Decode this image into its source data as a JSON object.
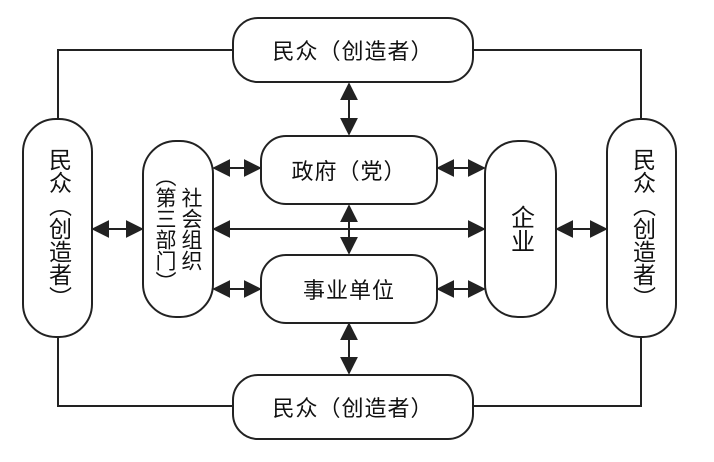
{
  "diagram": {
    "top_label": "民众（创造者）",
    "bottom_label": "民众（创造者）",
    "left_label": "民众（创造者）",
    "right_label": "民众（创造者）",
    "government_label": "政府（党）",
    "institution_label": "事业单位",
    "enterprise_label": "企业",
    "social_org_line1": "社会组织",
    "social_org_line2": "（第三部门）"
  }
}
